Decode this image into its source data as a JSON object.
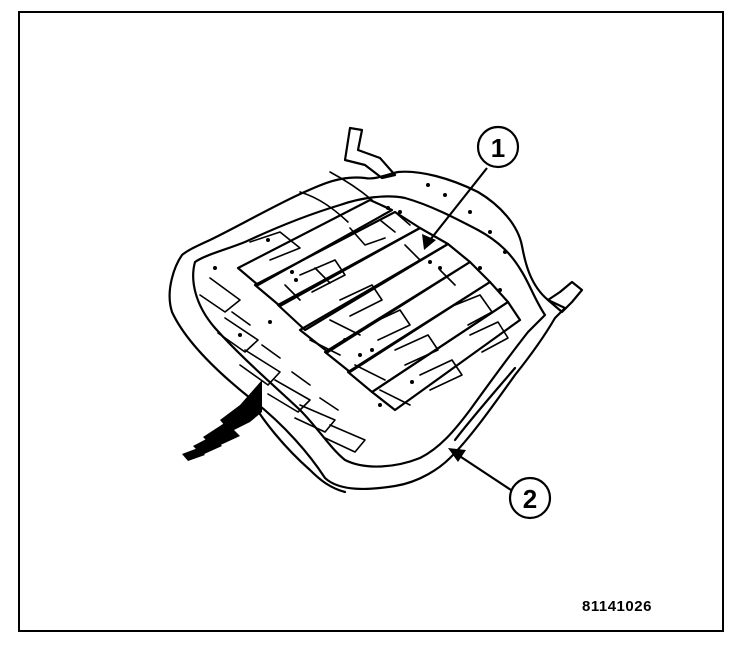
{
  "callouts": [
    {
      "label": "1"
    },
    {
      "label": "2"
    }
  ],
  "figure_id": "81141026"
}
